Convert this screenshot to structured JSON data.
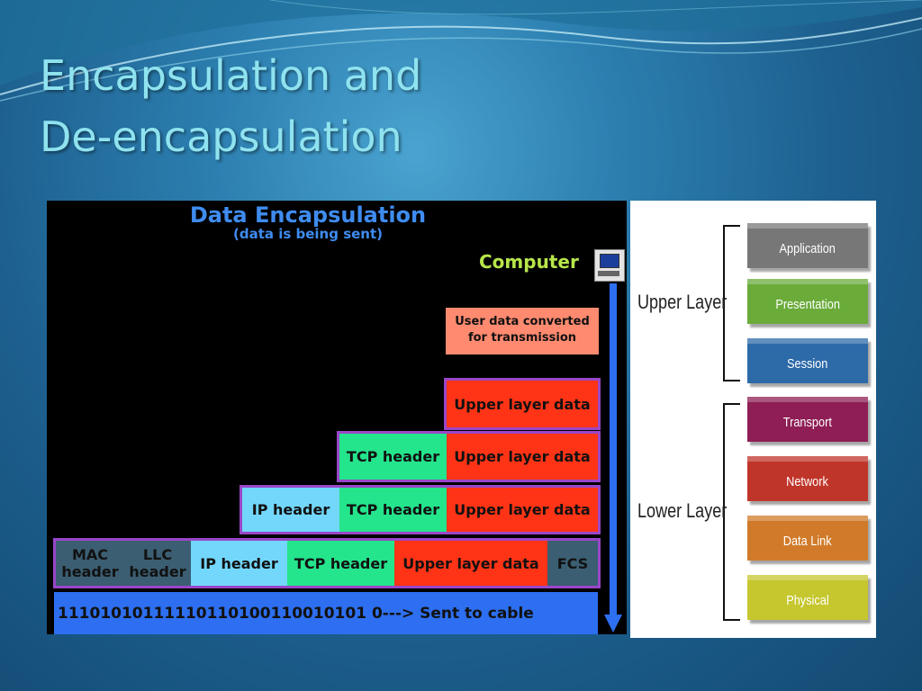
{
  "slide": {
    "title_line1": "Encapsulation and",
    "title_line2": "De-encapsulation"
  },
  "encapsulation": {
    "title": "Data Encapsulation",
    "subtitle": "(data is being sent)",
    "computer_label": "Computer",
    "note": [
      "User data converted",
      "for transmission"
    ],
    "row1": {
      "upper": "Upper layer data"
    },
    "row2": {
      "tcp": "TCP header",
      "upper": "Upper layer data"
    },
    "row3": {
      "ip": "IP header",
      "tcp": "TCP header",
      "upper": "Upper layer data"
    },
    "row4": {
      "mac": [
        "MAC",
        "header"
      ],
      "llc": [
        "LLC",
        "header"
      ],
      "ip": "IP header",
      "tcp": "TCP header",
      "upper": "Upper layer data",
      "fcs": "FCS"
    },
    "bits": "11101010111110110100110010101 0---> Sent to cable",
    "colors": {
      "upper_data": "#ff3416",
      "tcp_header": "#24e48c",
      "ip_header": "#72d7fb",
      "frame_border": "#9a46c8",
      "arrow": "#2d6ff0",
      "note": "#ff8a70"
    }
  },
  "osi": {
    "upper_group": "Upper Layer",
    "lower_group": "Lower Layer",
    "layers": [
      {
        "name": "Application",
        "color": "#777777"
      },
      {
        "name": "Presentation",
        "color": "#6aab3a"
      },
      {
        "name": "Session",
        "color": "#2d6aa8"
      },
      {
        "name": "Transport",
        "color": "#8e1e55"
      },
      {
        "name": "Network",
        "color": "#c0352a"
      },
      {
        "name": "Data Link",
        "color": "#d17b2a"
      },
      {
        "name": "Physical",
        "color": "#c6c62e"
      }
    ]
  }
}
